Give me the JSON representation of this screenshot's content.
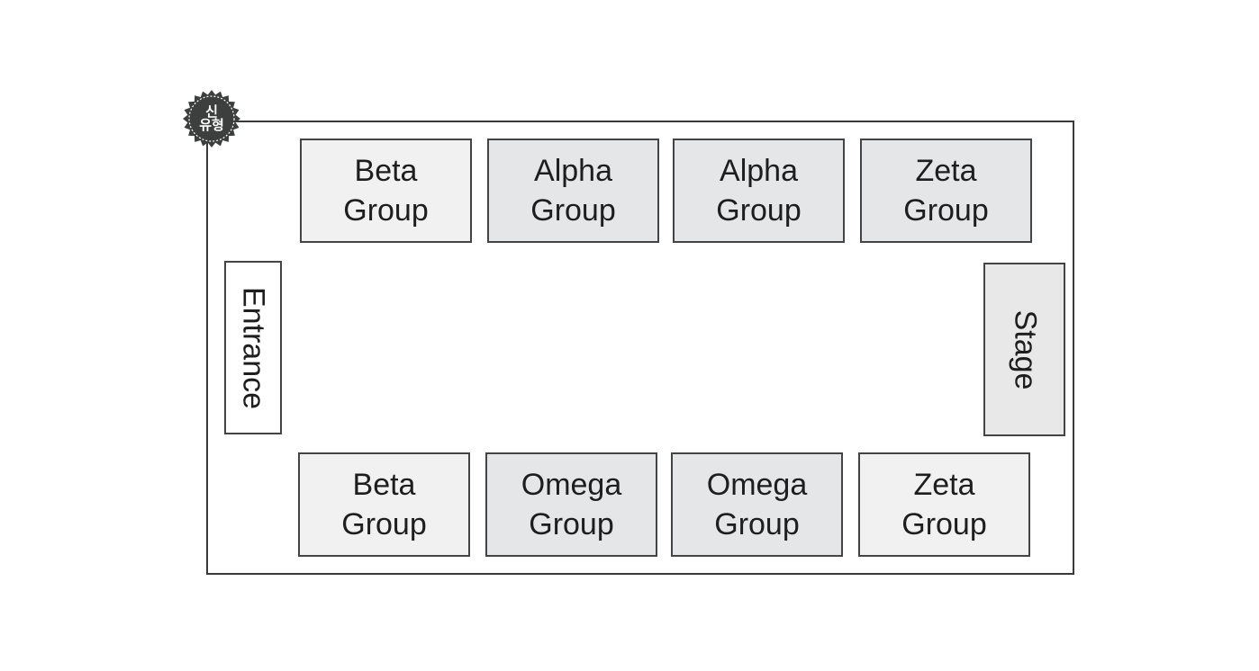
{
  "badge": {
    "line1": "신",
    "line2": "유형",
    "color": "#3c3f3e"
  },
  "tables_top": [
    {
      "line1": "Beta",
      "line2": "Group",
      "shade": "light"
    },
    {
      "line1": "Alpha",
      "line2": "Group",
      "shade": "dark"
    },
    {
      "line1": "Alpha",
      "line2": "Group",
      "shade": "dark"
    },
    {
      "line1": "Zeta",
      "line2": "Group",
      "shade": "dark"
    }
  ],
  "tables_bottom": [
    {
      "line1": "Beta",
      "line2": "Group",
      "shade": "light"
    },
    {
      "line1": "Omega",
      "line2": "Group",
      "shade": "dark"
    },
    {
      "line1": "Omega",
      "line2": "Group",
      "shade": "dark"
    },
    {
      "line1": "Zeta",
      "line2": "Group",
      "shade": "light"
    }
  ],
  "entrance": {
    "label": "Entrance"
  },
  "stage": {
    "label": "Stage"
  }
}
